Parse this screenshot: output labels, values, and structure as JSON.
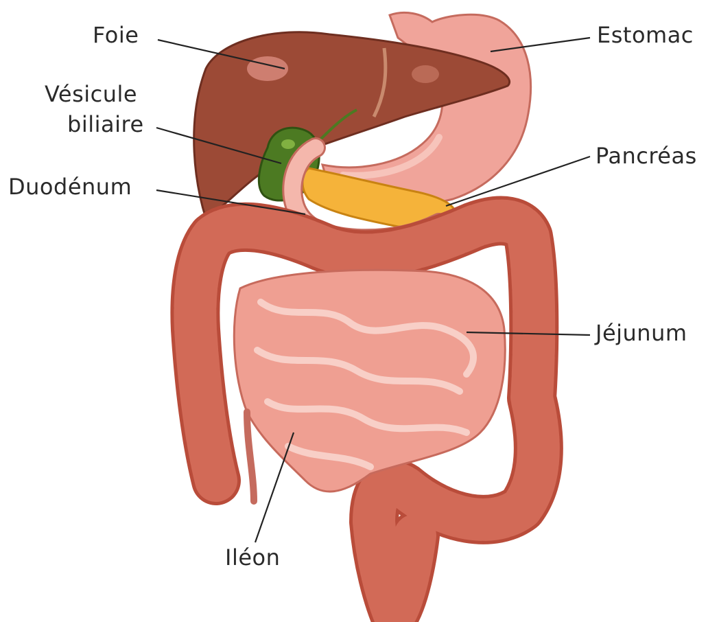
{
  "labels": {
    "foie": "Foie",
    "vesicule_line1": "Vésicule",
    "vesicule_line2": "biliaire",
    "duodenum": "Duodénum",
    "estomac": "Estomac",
    "pancreas": "Pancréas",
    "jejunum": "Jéjunum",
    "ileon": "Iléon"
  },
  "colors": {
    "liver": "#9c4a36",
    "liver_light": "#b8634b",
    "gallbladder": "#4c7a22",
    "stomach": "#f0a49a",
    "pancreas": "#f5b33a",
    "colon": "#d26a57",
    "small_intestine": "#ef9f92",
    "text": "#2a2a2a"
  }
}
